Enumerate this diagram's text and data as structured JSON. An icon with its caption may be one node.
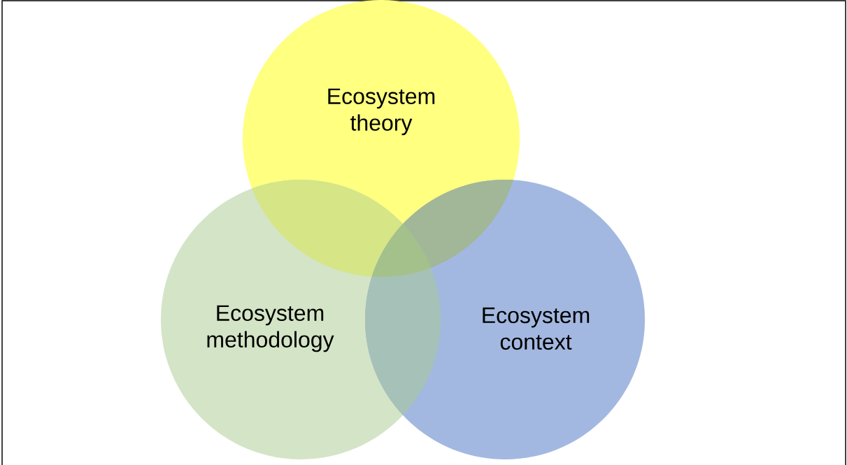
{
  "diagram": {
    "nodes": [
      {
        "text": [
          "Ecosystem theory"
        ]
      },
      {
        "text": [
          "Ecosystem methodology"
        ]
      },
      {
        "text": [
          "Ecosystem context"
        ]
      }
    ]
  }
}
